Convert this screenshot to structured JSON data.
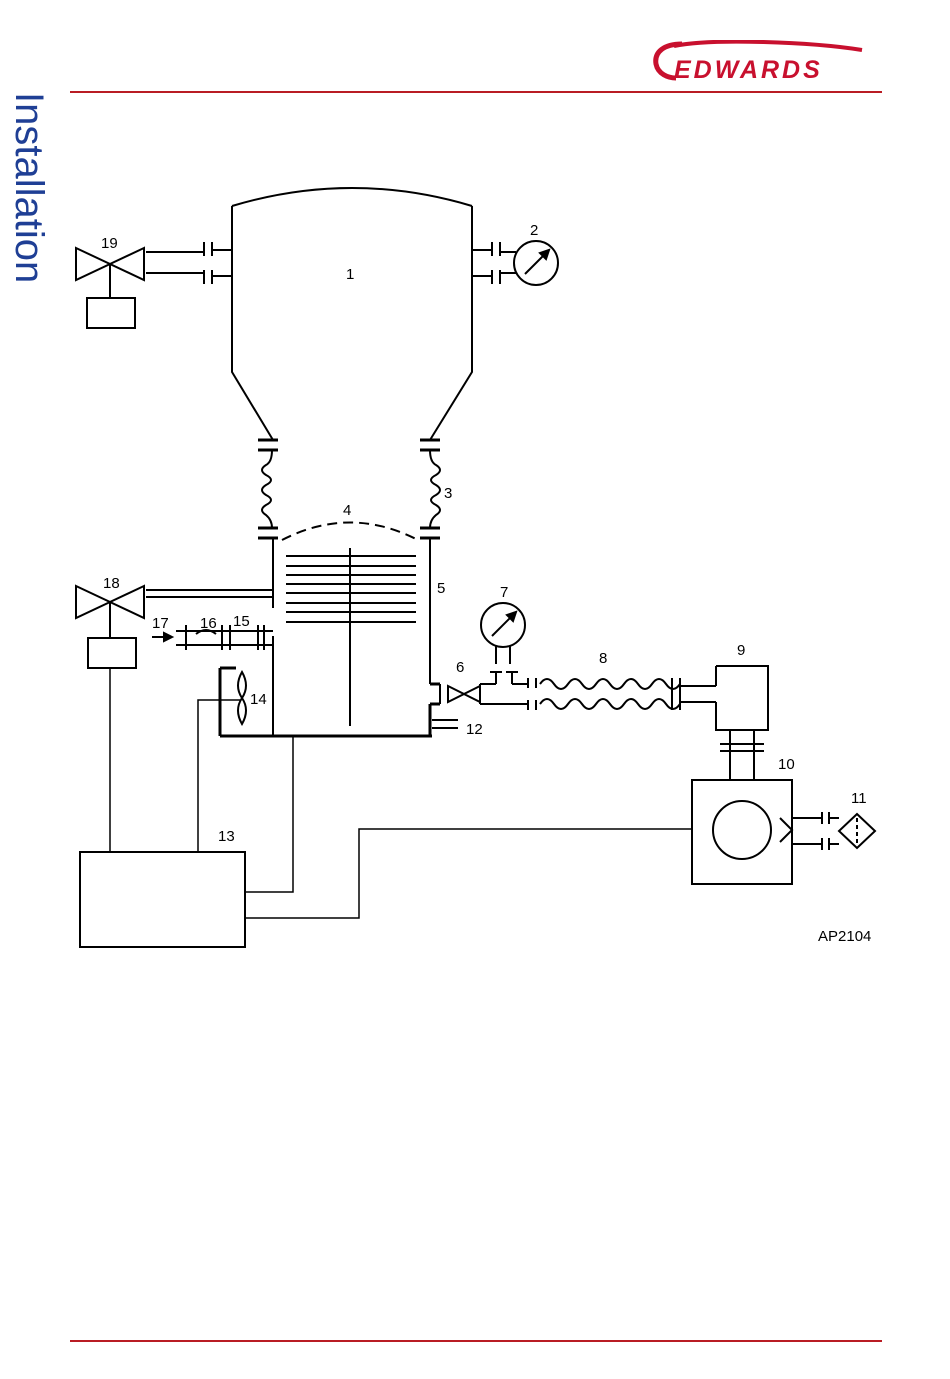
{
  "header": {
    "brand_logo_text": "EDWARDS",
    "section_title": "Installation",
    "brand_color": "#c8102e",
    "section_color": "#1f3f95"
  },
  "diagram": {
    "labels": {
      "l1": "1",
      "l2": "2",
      "l3": "3",
      "l4": "4",
      "l5": "5",
      "l6": "6",
      "l7": "7",
      "l8": "8",
      "l9": "9",
      "l10": "10",
      "l11": "11",
      "l12": "12",
      "l13": "13",
      "l14": "14",
      "l15": "15",
      "l16": "16",
      "l17": "17",
      "l18": "18",
      "l19": "19"
    },
    "figure_ref": "AP2104"
  }
}
